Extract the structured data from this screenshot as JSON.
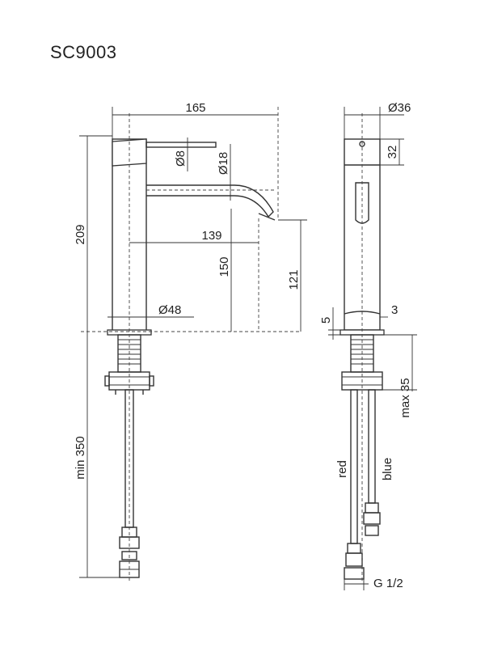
{
  "title": "SC9003",
  "dims": {
    "width_165": "165",
    "height_209": "209",
    "dia_8": "Ø8",
    "dia_18": "Ø18",
    "len_139": "139",
    "h_150": "150",
    "h_121": "121",
    "dia_48": "Ø48",
    "min_350": "min 350",
    "dia_36": "Ø36",
    "h_32": "32",
    "d_5": "5",
    "d_3": "3",
    "max_35": "max 35",
    "red": "red",
    "blue": "blue",
    "g_half": "G 1/2"
  }
}
